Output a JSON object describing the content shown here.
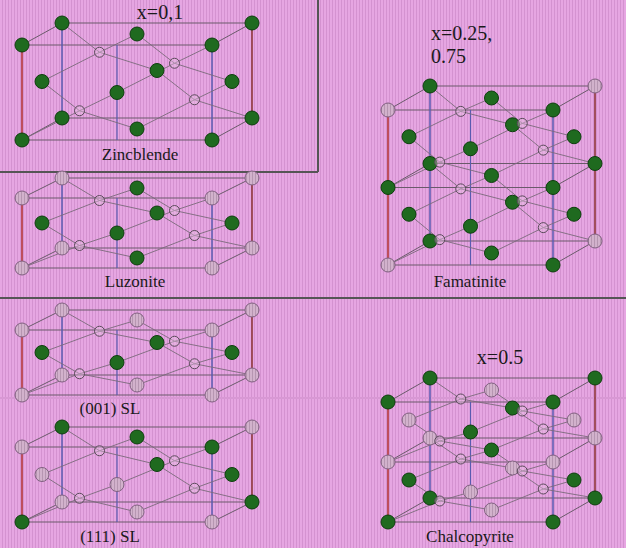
{
  "diagram": {
    "labels": [
      "x=0,1",
      "Zincblende",
      "x=0.25, 0.75",
      "Luzonite",
      "Famatinite",
      "(001) SL",
      "x=0.5",
      "(111) SL",
      "Chalcopyrite"
    ]
  }
}
